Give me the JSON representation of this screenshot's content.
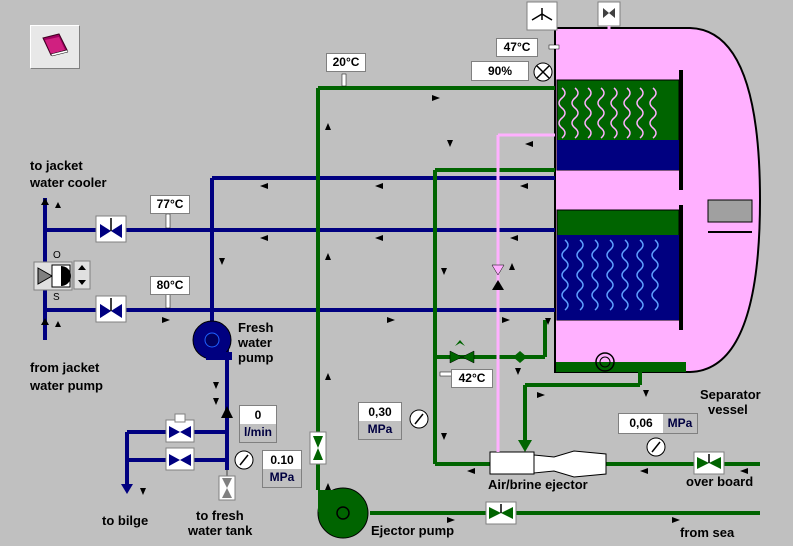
{
  "labels": {
    "to_jacket_cooler_1": "to jacket",
    "to_jacket_cooler_2": "water cooler",
    "from_jacket_pump_1": "from jacket",
    "from_jacket_pump_2": "water pump",
    "fresh_water_pump_1": "Fresh",
    "fresh_water_pump_2": "water",
    "fresh_water_pump_3": "pump",
    "to_bilge": "to bilge",
    "to_fresh_tank_1": "to fresh",
    "to_fresh_tank_2": "water tank",
    "ejector_pump": "Ejector pump",
    "air_brine_ejector": "Air/brine ejector",
    "over_board": "over board",
    "from_sea": "from sea",
    "separator_1": "Separator",
    "separator_2": "vessel",
    "valve_open": "O",
    "valve_shut": "S"
  },
  "readouts": {
    "temp_top": "20°C",
    "temp_vessel": "47°C",
    "vacuum": "90%",
    "temp_outlet": "77°C",
    "temp_inlet": "80°C",
    "temp_ejector_line": "42°C",
    "flow_value": "0",
    "flow_unit": "l/min",
    "fw_pressure_value": "0.10",
    "fw_pressure_unit": "MPa",
    "ejector_pressure_value": "0,30",
    "ejector_pressure_unit": "MPa",
    "overboard_pressure_value": "0,06",
    "overboard_pressure_unit": "MPa"
  },
  "icons": {
    "manual": "book-icon"
  },
  "colors": {
    "background": "#c0c0c0",
    "jacket_water": "#000080",
    "sea_water": "#006400",
    "vessel": "#ffb0ff",
    "vapour_line": "#ffb0ff"
  }
}
